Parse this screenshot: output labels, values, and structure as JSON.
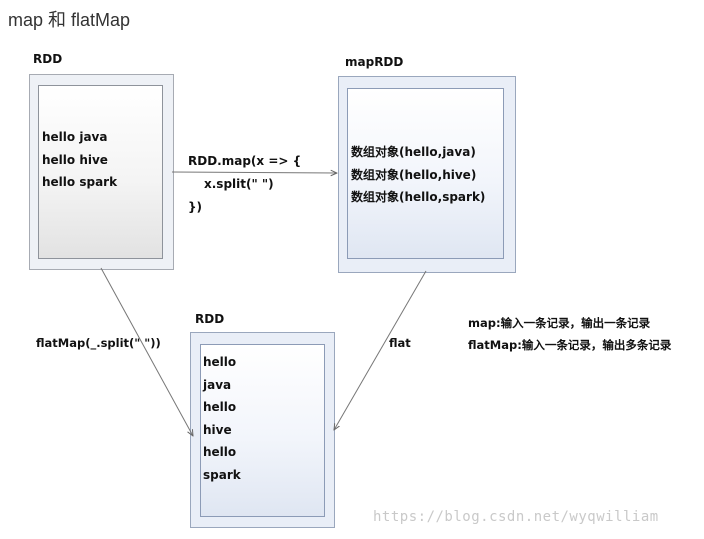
{
  "title": "map  和 flatMap",
  "rdd_source": {
    "label": "RDD",
    "lines": [
      "hello java",
      "hello hive",
      "hello spark"
    ]
  },
  "map_rdd": {
    "label": "mapRDD",
    "lines": [
      "数组对象(hello,java)",
      "数组对象(hello,hive)",
      "数组对象(hello,spark)"
    ]
  },
  "rdd_result": {
    "label": "RDD",
    "lines": [
      "hello",
      "java",
      "hello",
      "hive",
      "hello",
      "spark"
    ]
  },
  "map_code": [
    "RDD.map(x => {",
    "x.split(\" \")",
    "})"
  ],
  "flatmap_label": "flatMap(_.split(\" \"))",
  "flat_label": "flat",
  "notes": [
    "map:输入一条记录，输出一条记录",
    "flatMap:输入一条记录，输出多条记录"
  ],
  "watermark": "https://blog.csdn.net/wyqwilliam"
}
